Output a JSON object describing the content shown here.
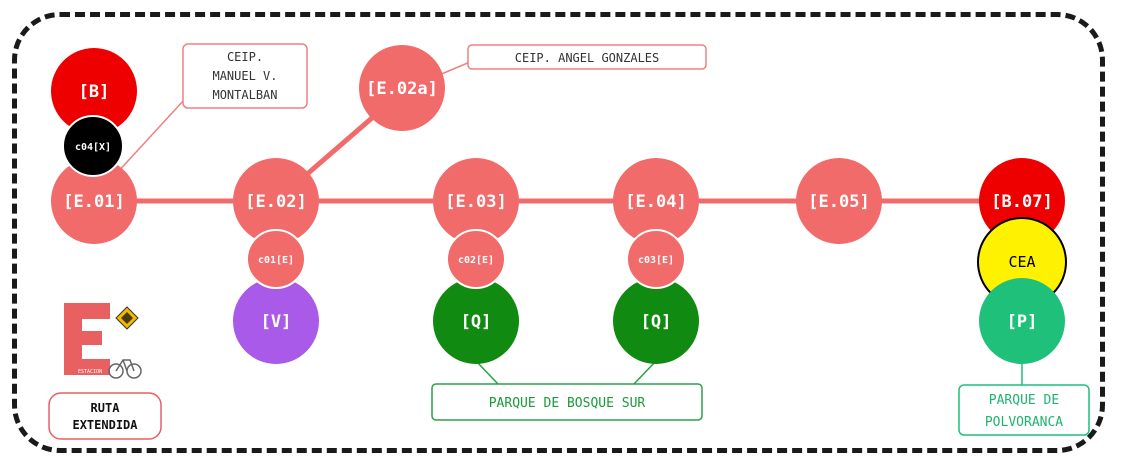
{
  "colors": {
    "station": "#f26b6b",
    "line": "#f26b6b",
    "blue_station": "#ee0000",
    "black": "#000000",
    "violet": "#a95ae8",
    "green": "#118a11",
    "yellow": "#fff200",
    "teal": "#1fc17a",
    "green_text": "#1a9a3a"
  },
  "stations": [
    {
      "id": "e01",
      "label": "[E.01]"
    },
    {
      "id": "e02",
      "label": "[E.02]"
    },
    {
      "id": "e02a",
      "label": "[E.02a]"
    },
    {
      "id": "e03",
      "label": "[E.03]"
    },
    {
      "id": "e04",
      "label": "[E.04]"
    },
    {
      "id": "e05",
      "label": "[E.05]"
    },
    {
      "id": "b07",
      "label": "[B.07]"
    }
  ],
  "side_nodes": [
    {
      "id": "b",
      "label": "[B]"
    },
    {
      "id": "c04",
      "label": "c04[X]"
    },
    {
      "id": "c01",
      "label": "c01[E]"
    },
    {
      "id": "v",
      "label": "[V]"
    },
    {
      "id": "c02",
      "label": "c02[E]"
    },
    {
      "id": "q1",
      "label": "[Q]"
    },
    {
      "id": "c03",
      "label": "c03[E]"
    },
    {
      "id": "q2",
      "label": "[Q]"
    },
    {
      "id": "cea",
      "label": "CEA"
    },
    {
      "id": "p",
      "label": "[P]"
    }
  ],
  "callouts": {
    "ceip_manuel": [
      "CEIP.",
      "MANUEL V.",
      "MONTALBAN"
    ],
    "ceip_angel": "CEIP. ANGEL GONZALES",
    "parque_bosque": "PARQUE DE BOSQUE SUR",
    "parque_polvoranca": [
      "PARQUE DE",
      "POLVORANCA"
    ],
    "ruta": [
      "RUTA",
      "EXTENDIDA"
    ]
  },
  "logo": {
    "letter": "E",
    "caption": "ESTACION"
  }
}
